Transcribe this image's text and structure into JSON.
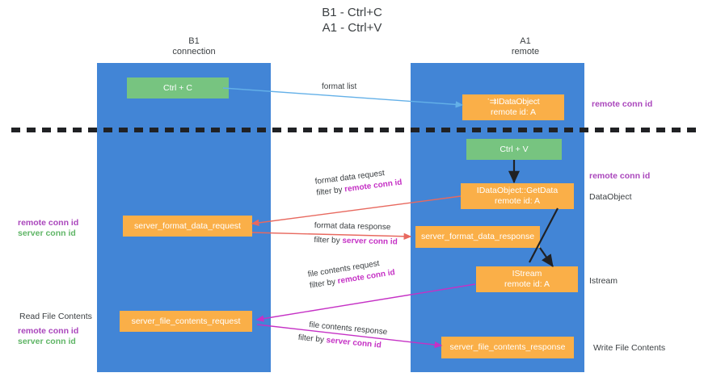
{
  "title": "B1 - Ctrl+C\nA1 - Ctrl+V",
  "columns": {
    "left": "B1\nconnection",
    "right": "A1\nremote"
  },
  "colors": {
    "lane": "#4285d6",
    "green_node": "#77c480",
    "orange_node": "#faaf48",
    "purple_text": "#aa46bc",
    "green_text": "#5fb566",
    "magenta_edge": "#c531c5",
    "red_edge": "#e8695f",
    "blue_edge": "#63b0e8",
    "black_edge": "#202124",
    "divider": "#202124"
  },
  "nodes": {
    "ctrl_c": {
      "label": "Ctrl + C"
    },
    "ctrl_v": {
      "label": "Ctrl + V"
    },
    "idataobject": {
      "label": "ॱ⇉IDataObject",
      "sub": "remote id: A"
    },
    "idataobject_getdata": {
      "label": "IDataObject::GetData",
      "sub": "remote id: A"
    },
    "istream": {
      "label": "IStream",
      "sub": "remote id: A"
    },
    "server_format_data_request": {
      "label": "server_format_data_request"
    },
    "server_format_data_response": {
      "label": "server_format_data_response"
    },
    "server_file_contents_request": {
      "label": "server_file_contents_request"
    },
    "server_file_contents_response": {
      "label": "server_file_contents_response"
    }
  },
  "edge_labels": {
    "format_list": {
      "line1": "format list"
    },
    "format_data_request": {
      "line1": "format data request",
      "line2_prefix": "filter by ",
      "line2_key": "remote conn id"
    },
    "format_data_response": {
      "line1": "format data response",
      "line2_prefix": "filter by ",
      "line2_key": "server conn id"
    },
    "file_contents_request": {
      "line1": "file contents request",
      "line2_prefix": "filter by ",
      "line2_key": "remote conn id"
    },
    "file_contents_response": {
      "line1": "file contents response",
      "line2_prefix": "filter by ",
      "line2_key": "server conn id"
    }
  },
  "annotations": {
    "right_top_remote": "remote conn id",
    "right_mid_remote": "remote conn id",
    "right_dataobject": "DataObject",
    "right_istream": "Istream",
    "right_write_file": "Write File Contents",
    "left_conn_remote": "remote conn id",
    "left_conn_server": "server conn id",
    "left_read_file": "Read File Contents",
    "left_read_remote": "remote conn id",
    "left_read_server": "server conn id"
  }
}
